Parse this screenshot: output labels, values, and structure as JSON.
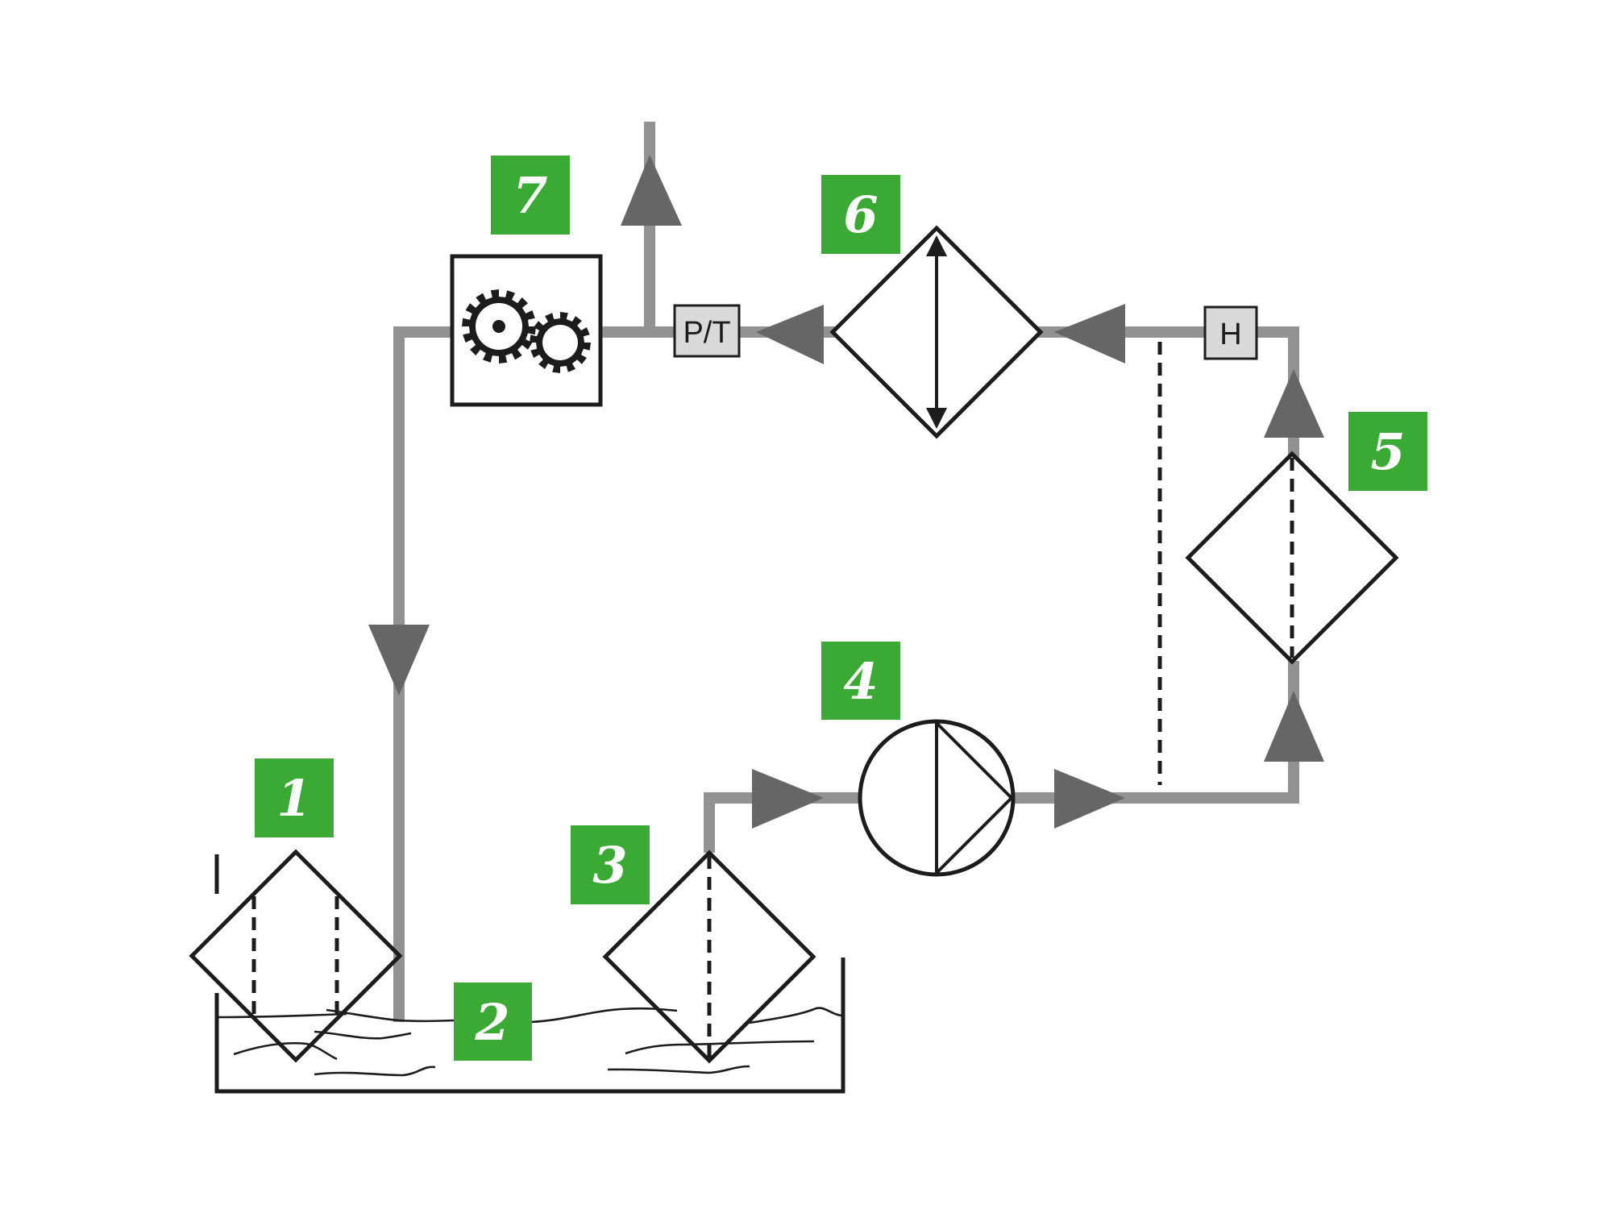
{
  "diagram": {
    "type": "hydraulic-circuit-schematic",
    "colors": {
      "badge": "#3aaa35",
      "pipe": "#929292",
      "arrow": "#666666",
      "line": "#1c1c1c",
      "tag_fill": "#d9d9d9"
    },
    "tags": {
      "pressure_temperature": "P/T",
      "humidity": "H"
    },
    "badges": [
      {
        "id": "1",
        "label": "1",
        "component": "suction-filter"
      },
      {
        "id": "2",
        "label": "2",
        "component": "reservoir-tank"
      },
      {
        "id": "3",
        "label": "3",
        "component": "submerged-strainer"
      },
      {
        "id": "4",
        "label": "4",
        "component": "hydraulic-pump"
      },
      {
        "id": "5",
        "label": "5",
        "component": "pressure-filter"
      },
      {
        "id": "6",
        "label": "6",
        "component": "heat-exchanger"
      },
      {
        "id": "7",
        "label": "7",
        "component": "gearbox"
      }
    ],
    "icons": {
      "gearbox": "gears-icon",
      "pump": "pump-icon",
      "flow": "flow-arrow-icon"
    }
  }
}
